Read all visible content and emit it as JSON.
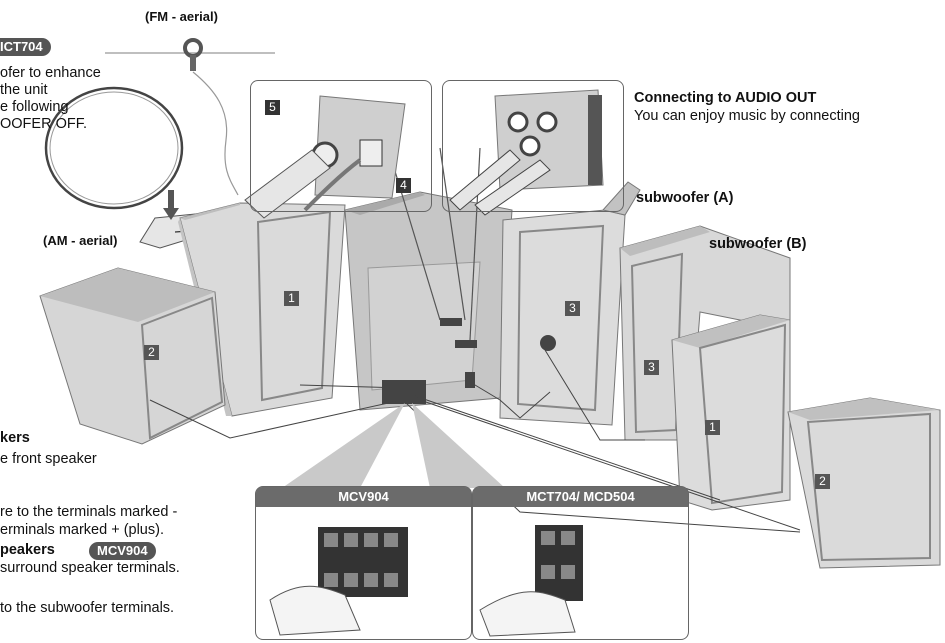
{
  "labels": {
    "fm_aerial": "(FM - aerial)",
    "am_aerial": "(AM - aerial)",
    "model_badge_top": "ICT704",
    "left_line1": "ofer to enhance",
    "left_line2": "the unit",
    "left_line3": "e following",
    "left_line4": "OOFER OFF.",
    "audio_out_title": "Connecting to AUDIO OUT",
    "audio_out_text": "You can enjoy music by connecting",
    "subwoofer_a": "subwoofer (A)",
    "subwoofer_b": "subwoofer (B)",
    "kers": "kers",
    "kers_text": "e front speaker",
    "terminals_minus": "re to the terminals marked -",
    "terminals_plus": "erminals marked + (plus).",
    "speakers": "peakers",
    "model_badge_mid": "MCV904",
    "surround_text": "surround speaker terminals.",
    "subwoofer_terminals": "to the subwoofer terminals."
  },
  "panels": {
    "left_title": "MCV904",
    "right_title": "MCT704/ MCD504"
  },
  "numbers": {
    "n5": "5",
    "n4": "4",
    "n1_left": "1",
    "n2_left": "2",
    "n3_center": "3",
    "n3_right": "3",
    "n1_right": "1",
    "n2_right": "2"
  },
  "colors": {
    "speaker_fill": "#dcdcdc",
    "speaker_side": "#c4c4c4",
    "unit_fill": "#c8c8c8",
    "badge": "#555555"
  }
}
